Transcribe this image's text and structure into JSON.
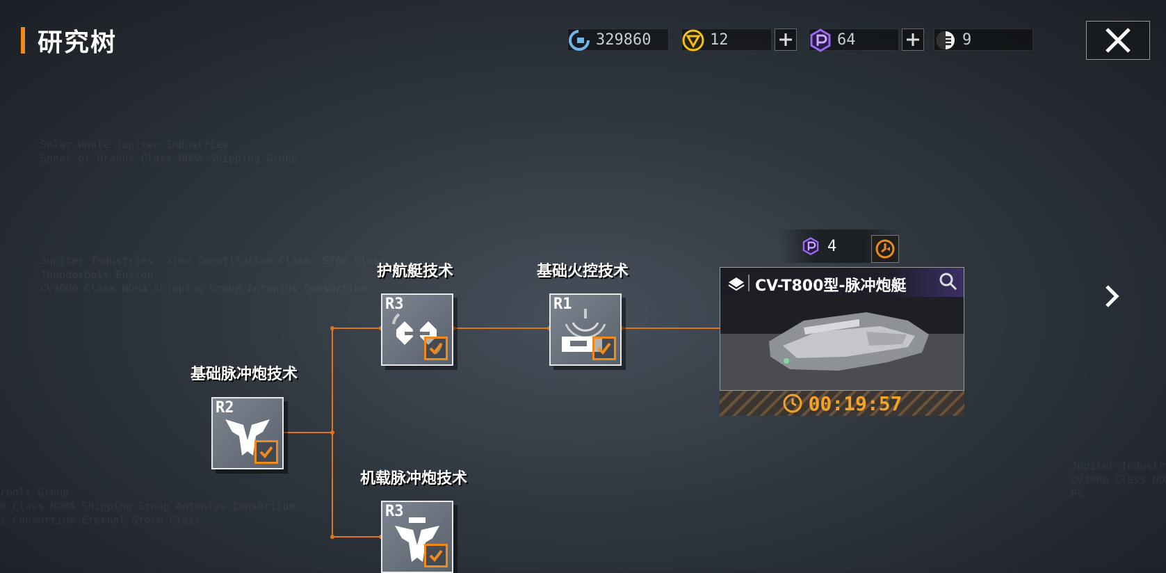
{
  "header": {
    "title": "研究树"
  },
  "resources": [
    {
      "icon": "credit-cycle-icon",
      "value": "329860",
      "has_plus": false
    },
    {
      "icon": "gold-token-icon",
      "value": "12",
      "has_plus": true
    },
    {
      "icon": "purple-p-token-icon",
      "value": "64",
      "has_plus": true
    },
    {
      "icon": "chip-token-icon",
      "value": "9",
      "has_plus": false
    }
  ],
  "nodes": {
    "base_pulse": {
      "label": "基础脉冲炮技术",
      "rank": "R2"
    },
    "escort": {
      "label": "护航艇技术",
      "rank": "R3"
    },
    "fire_control": {
      "label": "基础火控技术",
      "rank": "R1"
    },
    "carrier_pulse": {
      "label": "机载脉冲炮技术",
      "rank": "R3"
    }
  },
  "research_card": {
    "ship_name": "CV-T800型-脉冲炮艇",
    "cost": "4",
    "timer": "00:19:57"
  },
  "colors": {
    "accent": "#f08a1c",
    "timer": "#f3a22a",
    "purple": "#9b6cf0"
  }
}
